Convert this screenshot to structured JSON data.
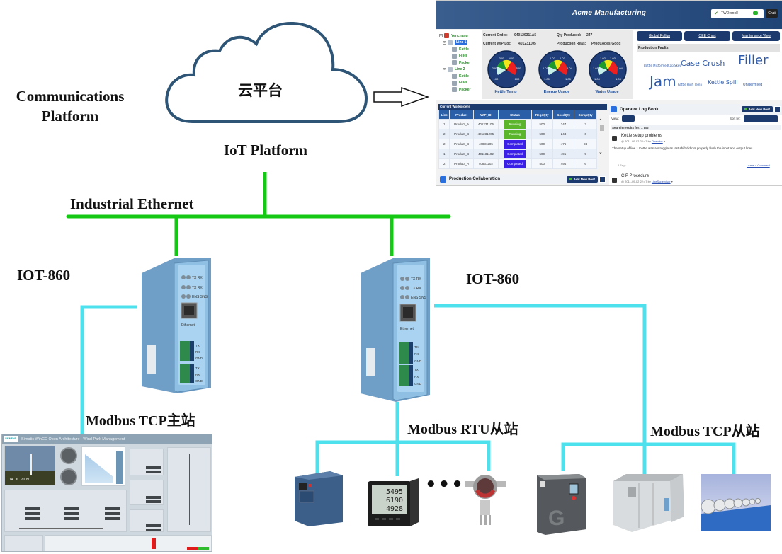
{
  "labels": {
    "communications_platform": [
      "Communications",
      "Platform"
    ],
    "cloud_title": "云平台",
    "iot_platform": "IoT Platform",
    "industrial_ethernet": "Industrial Ethernet",
    "gateway_left": "IOT-860",
    "gateway_right": "IOT-860",
    "modbus_tcp_master": "Modbus TCP主站",
    "modbus_rtu_slave": "Modbus RTU从站",
    "modbus_tcp_slave": "Modbus TCP从站",
    "ellipsis": "•••"
  },
  "colors": {
    "ethernet": "#14c814",
    "serial": "#4de1ee",
    "cloud_stroke": "#2e5576",
    "gateway_body": "#7fb2d8"
  },
  "gateway": {
    "leds": [
      "TX RX",
      "TX RX",
      "ENS SNS"
    ],
    "port_label": "Ethernet",
    "terminals": [
      "TX",
      "RX",
      "GND"
    ]
  },
  "dashboard": {
    "title": "Acme Manufacturing",
    "user": "TWDemo8",
    "chat_label": "Chat",
    "tree": [
      {
        "label": "Yenchang",
        "level": "root"
      },
      {
        "label": "Line 1",
        "level": "line",
        "selected": true
      },
      {
        "label": "Kettle",
        "level": "sub"
      },
      {
        "label": "Filler",
        "level": "sub"
      },
      {
        "label": "Packer",
        "level": "sub"
      },
      {
        "label": "Line 2",
        "level": "line"
      },
      {
        "label": "Kettle",
        "level": "sub"
      },
      {
        "label": "Filler",
        "level": "sub"
      },
      {
        "label": "Packer",
        "level": "sub"
      }
    ],
    "current_order_label": "Current Order:",
    "current_order": "040120311A5",
    "current_wip_label": "Current WIP Lot:",
    "current_wip": "401231105",
    "qty_produced_label": "Qty Produced:",
    "qty_produced": "247",
    "production_reas_label": "Production Reas:",
    "production_reas": "ProdCodes:Good",
    "gauges": [
      {
        "label": "Kettle Temp",
        "ticks": [
          "300",
          "400",
          "200",
          "500",
          "100",
          "600"
        ]
      },
      {
        "label": "Energy Usage",
        "ticks": [
          "1.02",
          "1.03",
          "1.01",
          "1.04",
          "1.00",
          "1.05"
        ]
      },
      {
        "label": "Water Usage",
        "ticks": [
          "1.02",
          "1.03",
          "1.01",
          "1.04",
          "1.00",
          "1.05"
        ]
      }
    ],
    "nav_buttons": [
      "Global Rollup",
      "OEE Chart",
      "Maintenance View"
    ],
    "faults_title": "Production Faults",
    "fault_tags": [
      {
        "text": "Bottle Misformed",
        "weight": 1
      },
      {
        "text": "Cap Skew",
        "weight": 1
      },
      {
        "text": "Case Crush",
        "weight": 3
      },
      {
        "text": "Filler",
        "weight": 4
      },
      {
        "text": "Jam",
        "weight": 5
      },
      {
        "text": "Kettle High Temp",
        "weight": 1
      },
      {
        "text": "Kettle Spill",
        "weight": 2
      },
      {
        "text": "Underfilled",
        "weight": 1
      }
    ],
    "workorders": {
      "title": "Current Workorders",
      "columns": [
        "Line",
        "Product",
        "WIP_ID",
        "Status",
        "ReqdQty",
        "GoodQty",
        "ScrapQty"
      ],
      "rows": [
        [
          "1",
          "Product_A",
          "401231105",
          "Running",
          "500",
          "247",
          "3"
        ],
        [
          "2",
          "Product_B",
          "401231205",
          "Running",
          "500",
          "244",
          "6"
        ],
        [
          "2",
          "Product_B",
          "40831205",
          "Completed",
          "500",
          "476",
          "24"
        ],
        [
          "1",
          "Product_B",
          "401131102",
          "Completed",
          "500",
          "491",
          "9"
        ],
        [
          "2",
          "Product_A",
          "40831202",
          "Completed",
          "500",
          "494",
          "6"
        ]
      ]
    },
    "collaboration": {
      "title": "Production Collaboration",
      "add_post": "Add New Post"
    },
    "logbook": {
      "title": "Operator Log Book",
      "add_post": "Add New Post",
      "view_label": "View:",
      "sort_label": "Sort by:",
      "search_results": "Search results for: 1 tag",
      "entries": [
        {
          "title": "Kettle setup problems",
          "meta": "@ 2011-05-02 22:47 by",
          "author": "Operator",
          "body": "The setup of line 1 Kettle was a struggle as last shift did not properly flush the input and output lines",
          "tags": "3 Tags",
          "action": "Leave a Comment"
        },
        {
          "title": "CIP Procedure",
          "meta": "@ 2011-05-02 22:47 by",
          "author": "LineSupervisor"
        }
      ]
    }
  },
  "wincc": {
    "logo": "SIEMENS",
    "title": "Simatic WinCC Open Architecture - Wind Park Management",
    "video_timestamp": "14 . 6 . 2009"
  },
  "rtu_devices": [
    "frequency-inverter",
    "power-meter",
    "gas-detector"
  ],
  "power_meter_readings": [
    "5495",
    "6190",
    "4928"
  ],
  "tcp_devices": [
    "air-compressor",
    "air-handling-unit",
    "exhaust-fans"
  ]
}
